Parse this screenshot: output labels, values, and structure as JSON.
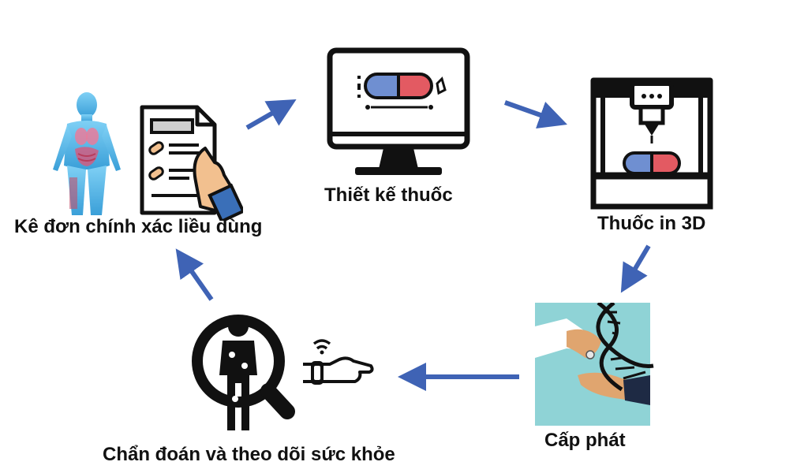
{
  "steps": {
    "prescription": {
      "label": "Kê đơn chính xác liều dùng"
    },
    "design": {
      "label": "Thiết kế thuốc"
    },
    "printing": {
      "label": "Thuốc in 3D"
    },
    "dispensing": {
      "label": "Cấp phát"
    },
    "monitoring": {
      "label": "Chẩn đoán và theo dõi sức khỏe"
    }
  },
  "colors": {
    "arrow": "#3f63b5",
    "capsule_blue": "#6f8fd1",
    "capsule_red": "#e35a62",
    "skin": "#f2c08f",
    "panel_teal": "#8fd3d6",
    "body_blue": "#4fb3e8",
    "ink": "#111111"
  },
  "icons": [
    "human-anatomy-icon",
    "prescription-document-icon",
    "hand-icon",
    "computer-monitor-icon",
    "capsule-icon",
    "3d-printer-icon",
    "dna-icon",
    "dispensing-hands-image",
    "person-magnifier-icon",
    "wearable-wrist-icon"
  ]
}
